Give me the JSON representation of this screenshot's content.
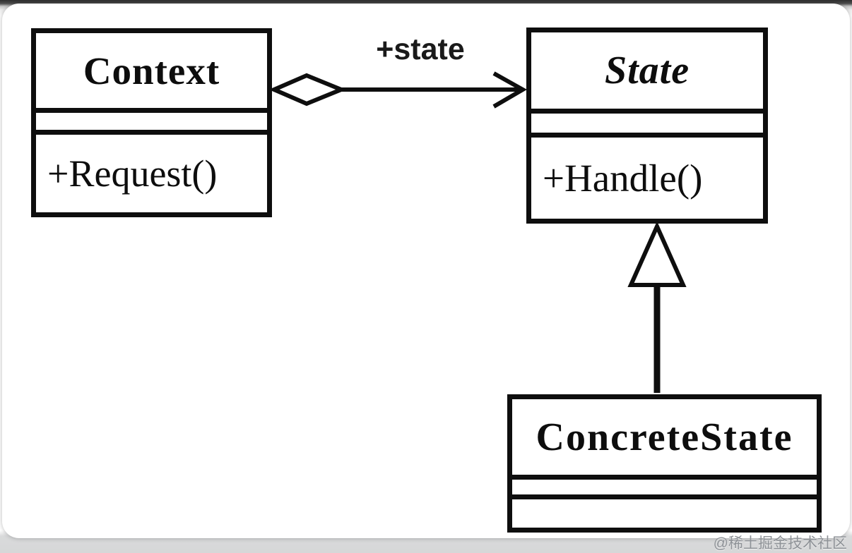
{
  "diagram": {
    "type": "uml-class-diagram",
    "context_box": {
      "title": "Context",
      "attributes": "",
      "method": "+Request()"
    },
    "state_box": {
      "title": "State",
      "attributes": "",
      "method": "+Handle()"
    },
    "concrete_state_box": {
      "title": "ConcreteState",
      "attributes": "",
      "methods": ""
    },
    "relations": {
      "aggregation": {
        "from": "Context",
        "to": "State",
        "label": "+state"
      },
      "inheritance": {
        "from": "ConcreteState",
        "to": "State"
      }
    },
    "line_color": "#0e0e0e"
  },
  "watermark": {
    "text": "@稀土掘金技术社区"
  }
}
